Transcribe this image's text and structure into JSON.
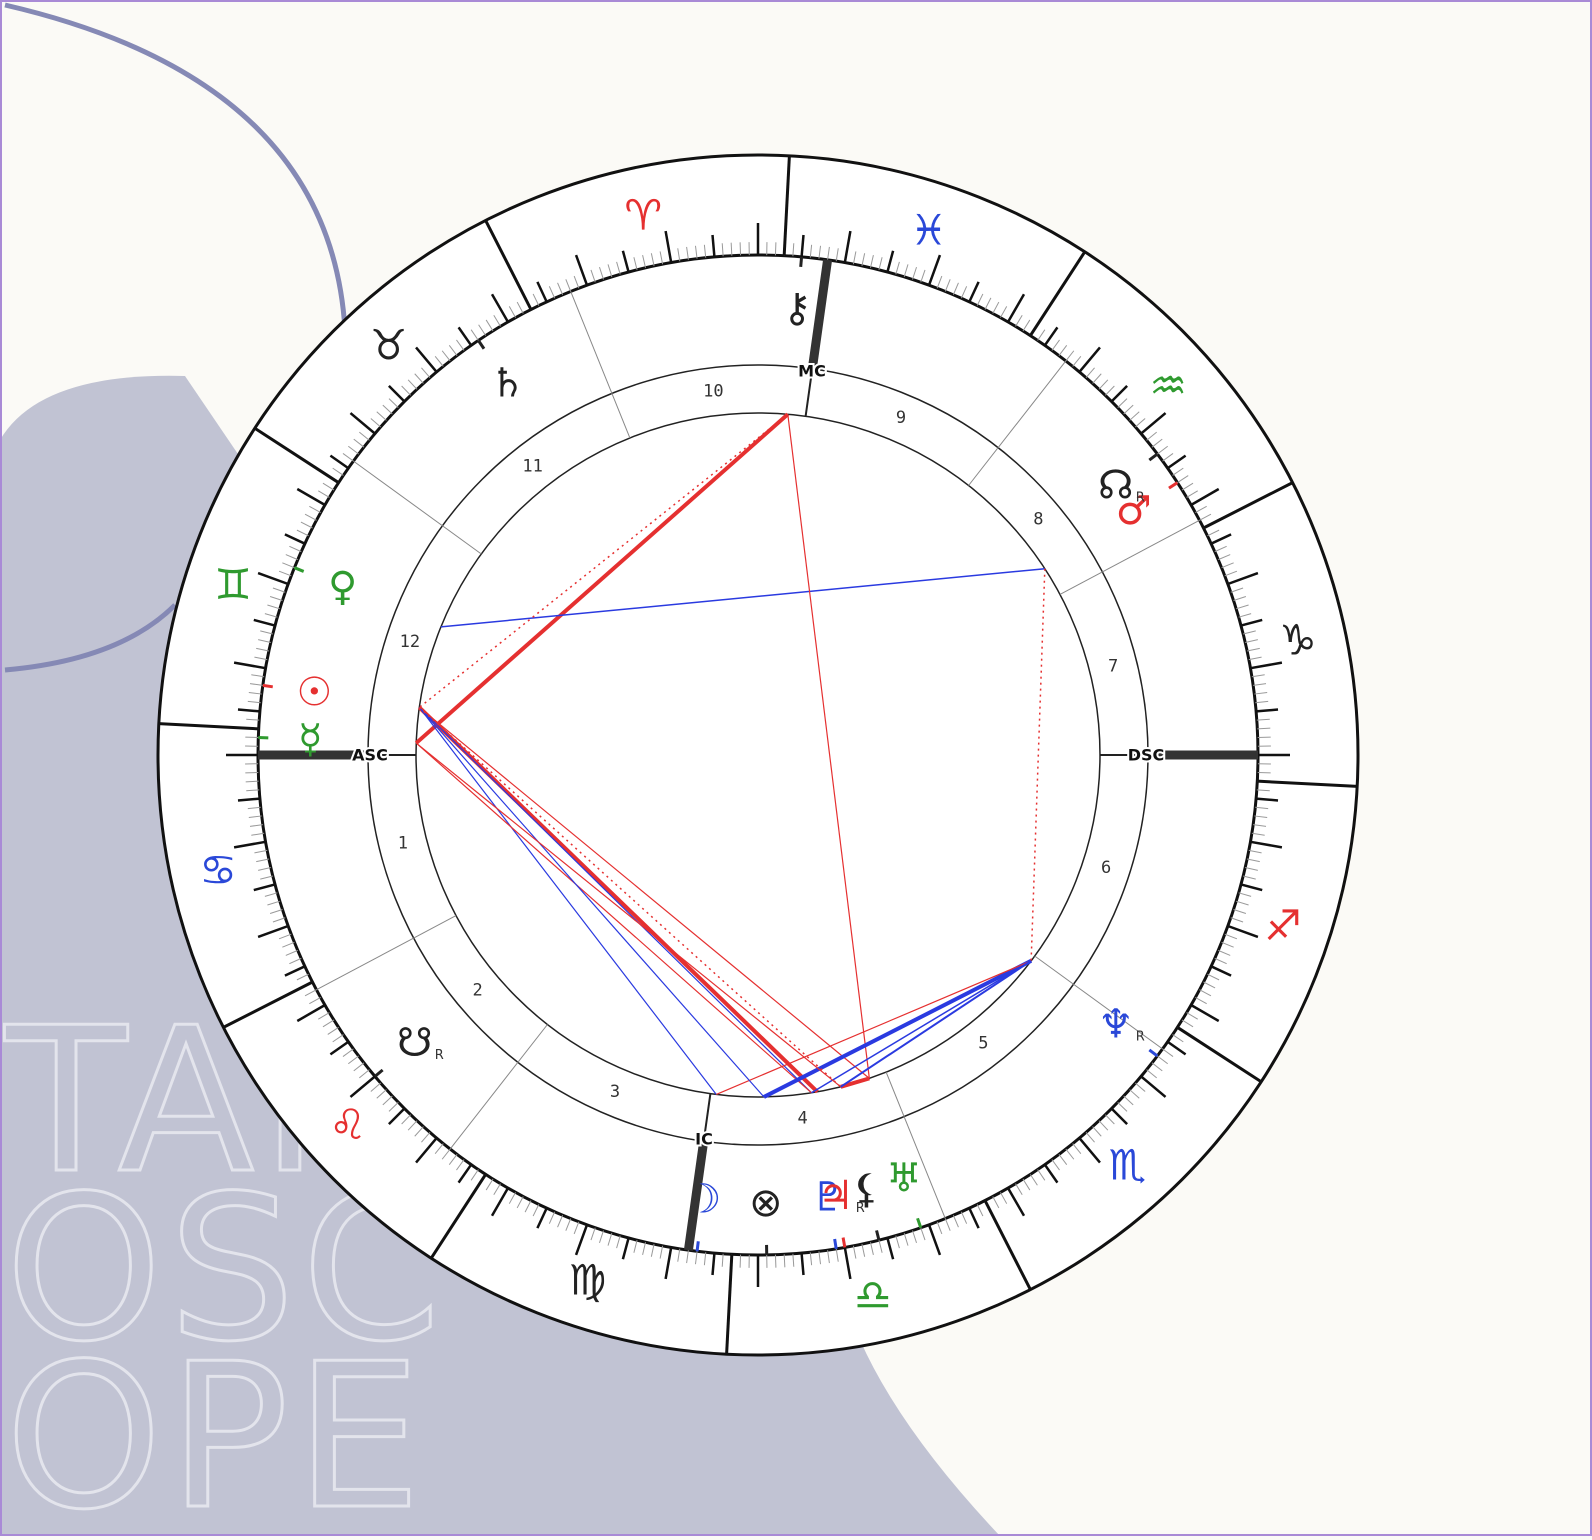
{
  "watermark": {
    "lines": [
      "TAR",
      "OSC",
      "OPE"
    ]
  },
  "colors": {
    "background": "#fbfaf6",
    "decor": "#c1c3d3",
    "decor_line": "#8589b5",
    "fire": "#e53030",
    "earth": "#222222",
    "air": "#2f9a2f",
    "water": "#2a48d8",
    "aspect_hard": "#e53030",
    "aspect_soft": "#2a3ae0"
  },
  "chart": {
    "angles": {
      "asc": "ASC",
      "mc": "MC",
      "dsc": "DSC",
      "ic": "IC"
    },
    "zodiac_signs": [
      {
        "name": "aries",
        "glyph": "♈",
        "color": "#e53030"
      },
      {
        "name": "taurus",
        "glyph": "♉",
        "color": "#222222"
      },
      {
        "name": "gemini",
        "glyph": "♊",
        "color": "#2f9a2f"
      },
      {
        "name": "cancer",
        "glyph": "♋",
        "color": "#2a48d8"
      },
      {
        "name": "leo",
        "glyph": "♌",
        "color": "#e53030"
      },
      {
        "name": "virgo",
        "glyph": "♍",
        "color": "#222222"
      },
      {
        "name": "libra",
        "glyph": "♎",
        "color": "#2f9a2f"
      },
      {
        "name": "scorpio",
        "glyph": "♏",
        "color": "#2a48d8"
      },
      {
        "name": "sagittarius",
        "glyph": "♐",
        "color": "#e53030"
      },
      {
        "name": "capricorn",
        "glyph": "♑",
        "color": "#222222"
      },
      {
        "name": "aquarius",
        "glyph": "♒",
        "color": "#2f9a2f"
      },
      {
        "name": "pisces",
        "glyph": "♓",
        "color": "#2a48d8"
      }
    ],
    "houses": [
      "1",
      "2",
      "3",
      "4",
      "5",
      "6",
      "7",
      "8",
      "9",
      "10",
      "11",
      "12"
    ],
    "planets": [
      {
        "name": "chiron",
        "glyph": "⚷",
        "color": "#222222",
        "retro": ""
      },
      {
        "name": "saturn",
        "glyph": "♄",
        "color": "#222222",
        "retro": ""
      },
      {
        "name": "venus",
        "glyph": "♀",
        "color": "#2f9a2f",
        "retro": ""
      },
      {
        "name": "sun",
        "glyph": "☉",
        "color": "#e53030",
        "retro": ""
      },
      {
        "name": "mercury",
        "glyph": "☿",
        "color": "#2f9a2f",
        "retro": ""
      },
      {
        "name": "south-node",
        "glyph": "☋",
        "color": "#222222",
        "retro": "R"
      },
      {
        "name": "moon",
        "glyph": "☽",
        "color": "#2a48d8",
        "retro": ""
      },
      {
        "name": "part-of-fortune",
        "glyph": "⊗",
        "color": "#222222",
        "retro": ""
      },
      {
        "name": "pluto",
        "glyph": "♇",
        "color": "#2a48d8",
        "retro": ""
      },
      {
        "name": "lilith",
        "glyph": "⚸",
        "color": "#222222",
        "retro": ""
      },
      {
        "name": "uranus",
        "glyph": "♅",
        "color": "#2f9a2f",
        "retro": ""
      },
      {
        "name": "jupiter",
        "glyph": "♃",
        "color": "#e53030",
        "retro": "R"
      },
      {
        "name": "neptune",
        "glyph": "♆",
        "color": "#2a48d8",
        "retro": "R"
      },
      {
        "name": "mars",
        "glyph": "♂",
        "color": "#e53030",
        "retro": ""
      },
      {
        "name": "north-node",
        "glyph": "☊",
        "color": "#222222",
        "retro": "R"
      }
    ]
  }
}
